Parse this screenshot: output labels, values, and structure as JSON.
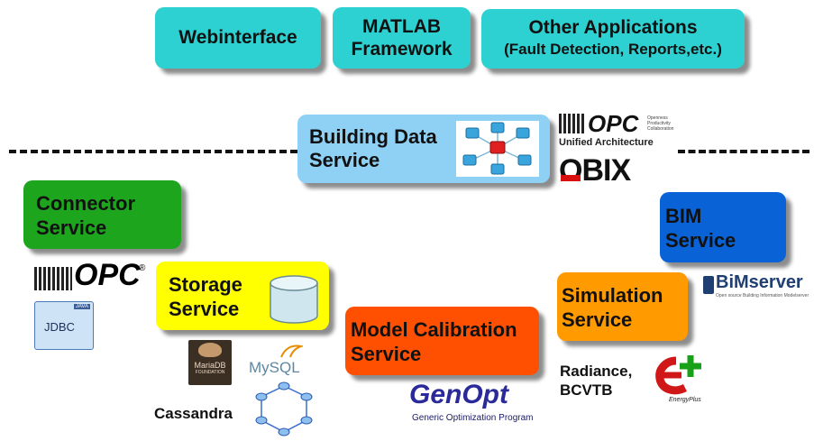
{
  "top_boxes": {
    "webinterface": "Webinterface",
    "matlab_line1": "MATLAB",
    "matlab_line2": "Framework",
    "other_line1": "Other Applications",
    "other_line2": "(Fault Detection, Reports,etc.)"
  },
  "building_data": {
    "line1": "Building Data",
    "line2": "Service"
  },
  "connector": {
    "line1": "Connector",
    "line2": "Service"
  },
  "storage": {
    "line1": "Storage",
    "line2": "Service"
  },
  "model_calibration": {
    "line1": "Model Calibration",
    "line2": "Service"
  },
  "simulation": {
    "line1": "Simulation",
    "line2": "Service"
  },
  "bim": {
    "line1": "BIM",
    "line2": "Service"
  },
  "logos": {
    "opc_ua_brand": "OPC",
    "opc_ua_small": "Openness Productivity Collaboration",
    "opc_ua_caption": "Unified Architecture",
    "obix": "OBIX",
    "opc": "OPC",
    "jdbc": "JDBC",
    "mariadb": "MariaDB",
    "mariadb_sub": "FOUNDATION",
    "mysql": "MySQL",
    "bimserver": "BiMserver",
    "bimserver_sub": "Open source Building Information Modelserver",
    "genopt": "GenOpt",
    "genopt_sub": "Generic Optimization Program",
    "energyplus": "EnergyPlus"
  },
  "labels": {
    "cassandra": "Cassandra",
    "radiance": "Radiance,",
    "bcvtb": "BCVTB"
  },
  "colors": {
    "teal": "#2ed1d1",
    "light_blue": "#8fd0f5",
    "green": "#1ea51e",
    "yellow": "#ffff00",
    "orange_red": "#ff4f00",
    "orange": "#ff9a00",
    "blue": "#0a63d6"
  }
}
